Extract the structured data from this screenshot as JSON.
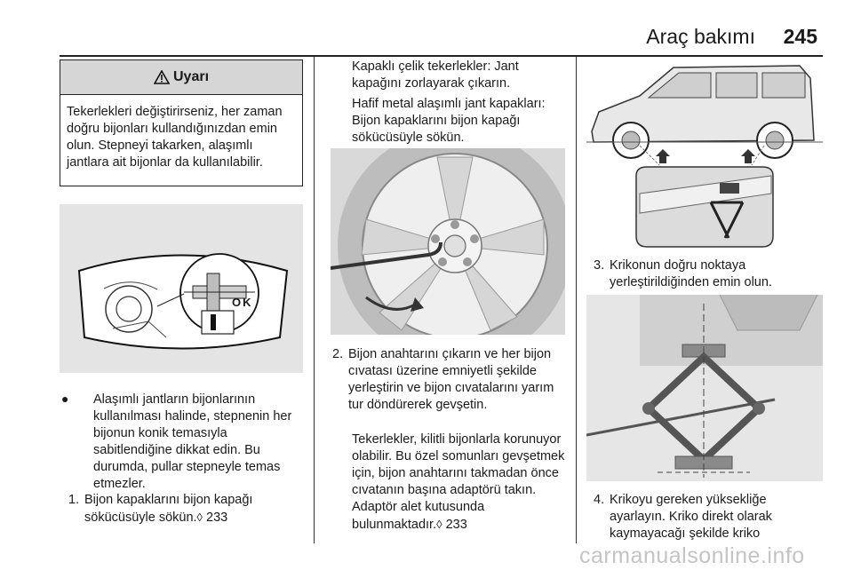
{
  "header": {
    "title": "Araç bakımı",
    "page": "245"
  },
  "warning": {
    "title": "Uyarı",
    "body": "Tekerlekleri değiştirirseniz, her zaman doğru bijonları kullandığınızdan emin olun. Stepneyi takarken, alaşımlı jantlara ait bijonlar da kullanılabilir."
  },
  "fig1": {
    "label": "OK"
  },
  "col1": {
    "bullet": "Alaşımlı jantların bijonlarının kullanılması halinde, stepnenin her bijonun konik temasıyla sabitlendiğine dikkat edin. Bu durumda, pullar stepneyle temas etmezler.",
    "step1_num": "1.",
    "step1": "Bijon kapaklarını bijon kapağı sökücüsüyle sökün.",
    "step1_ref": "233"
  },
  "col2": {
    "p1": "Kapaklı çelik tekerlekler: Jant kapağını zorlayarak çıkarın.",
    "p2": "Hafif metal alaşımlı jant kapakları: Bijon kapaklarını bijon kapağı sökücüsüyle sökün.",
    "step2_num": "2.",
    "step2": "Bijon anahtarını çıkarın ve her bijon cıvatası üzerine emniyetli şekilde yerleştirin ve bijon cıvatalarını yarım tur döndürerek gevşetin.",
    "p3": "Tekerlekler, kilitli bijonlarla korunuyor olabilir. Bu özel somunları gevşetmek için, bijon anahtarını takmadan önce cıvatanın başına adaptörü takın. Adaptör alet kutusunda bulunmaktadır.",
    "p3_ref": "233"
  },
  "col3": {
    "step3_num": "3.",
    "step3": "Krikonun doğru noktaya yerleştirildiğinden emin olun.",
    "step4_num": "4.",
    "step4": "Krikoyu gereken yüksekliğe ayarlayın. Kriko direkt olarak kaymayacağı şekilde kriko"
  },
  "watermark": "carmanualsonline.info"
}
